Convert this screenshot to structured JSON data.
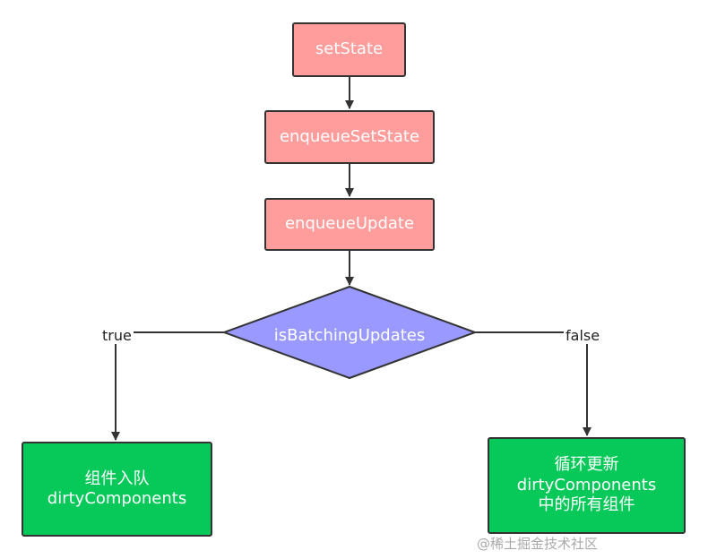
{
  "nodes": {
    "setstate": "setState",
    "enqueuesetstate": "enqueueSetState",
    "enqueueupdate": "enqueueUpdate",
    "decision": "isBatchingUpdates",
    "left_line1": "组件入队",
    "left_line2": "dirtyComponents",
    "right_line1": "循环更新",
    "right_line2": "dirtyComponents",
    "right_line3": "中的所有组件"
  },
  "edges": {
    "true_label": "true",
    "false_label": "false"
  },
  "watermark": "@稀土掘金技术社区",
  "colors": {
    "process": "#ff9c9c",
    "decision": "#9999ff",
    "result": "#06c95a",
    "stroke": "#333333"
  }
}
